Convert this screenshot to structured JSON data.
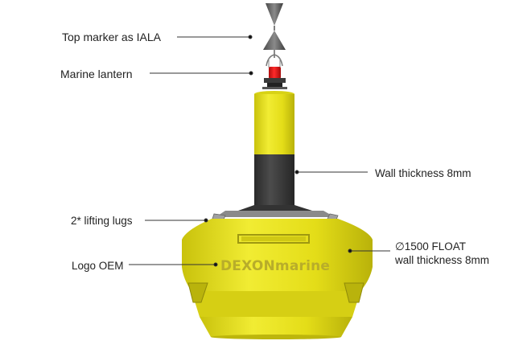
{
  "labels": {
    "top_marker": "Top marker as IALA",
    "lantern": "Marine lantern",
    "wall": "Wall thickness 8mm",
    "lugs": "2* lifting lugs",
    "logo": "Logo OEM",
    "float_line1": "∅1500 FLOAT",
    "float_line2": "wall thickness 8mm"
  },
  "logo_text": "DEXONmarine",
  "colors": {
    "buoy_yellow": "#e8e21a",
    "buoy_dark": "#3b3b3b",
    "lantern_red": "#e11b1b",
    "leader": "#333333"
  }
}
